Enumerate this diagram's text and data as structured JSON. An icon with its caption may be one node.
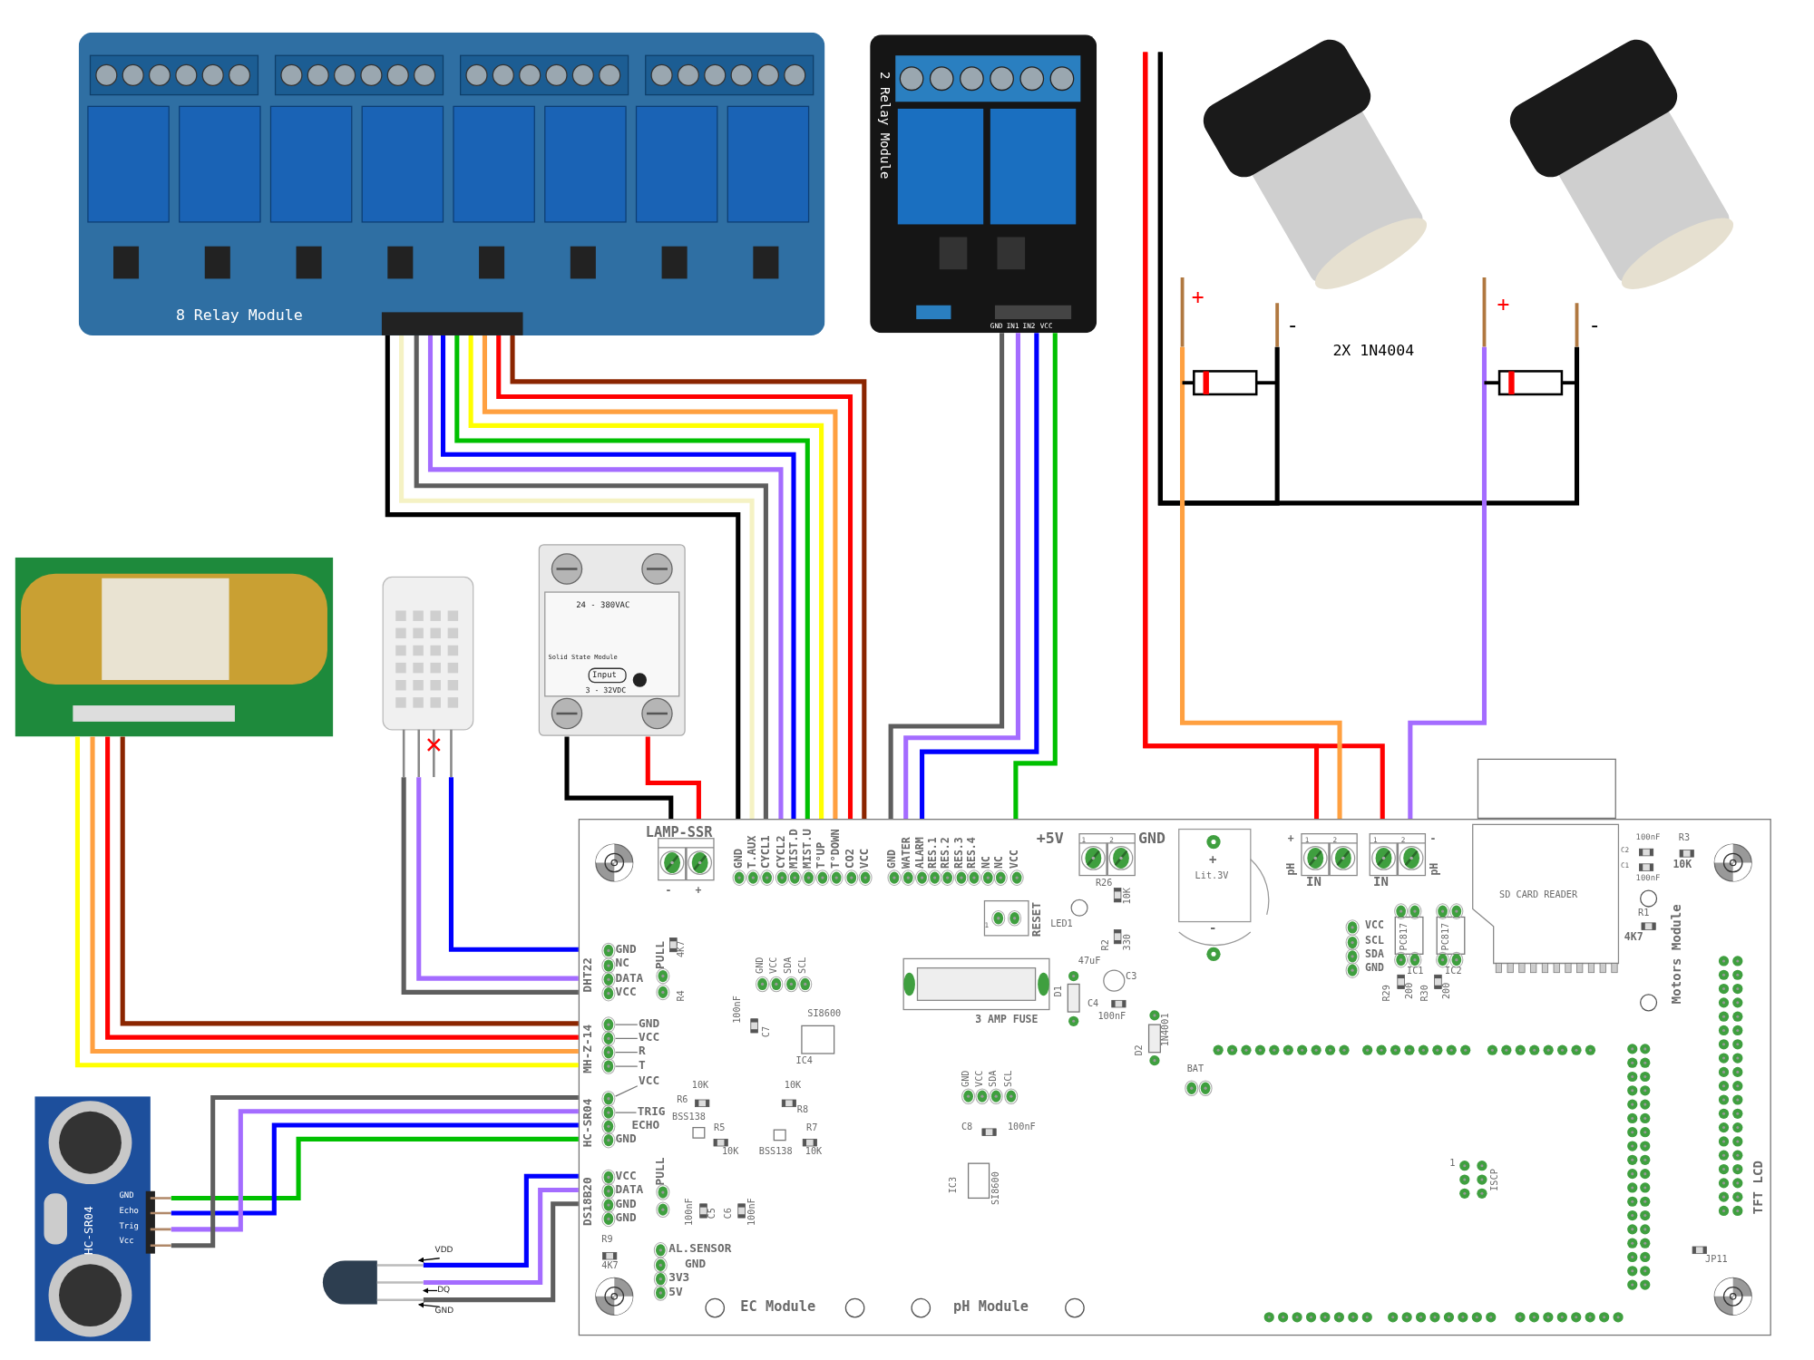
{
  "diagram": {
    "nodes": [
      {
        "text": [
          "8 Relay Module"
        ]
      },
      {
        "text": [
          "2 Relay Module",
          "GND",
          "IN1",
          "IN2",
          "VCC"
        ]
      },
      {
        "text": [
          "+",
          "-"
        ]
      },
      {
        "text": [
          "+",
          "-"
        ]
      },
      {
        "text": [],
        "shape": "picture"
      },
      {
        "text": [],
        "shape": "picture"
      },
      {
        "text": [
          "24 - 380VAC",
          "Solid State Module",
          "Input",
          "3 - 32VDC"
        ]
      },
      {
        "text": [],
        "shape": "picture"
      },
      {
        "text": [
          "HC-SR04",
          "GND",
          "Echo",
          "Trig",
          "Vcc"
        ]
      },
      {
        "text": [],
        "shape": "picture"
      },
      {
        "text": [
          "VDD"
        ]
      },
      {
        "text": [
          "DQ"
        ]
      },
      {
        "text": [
          "GND"
        ]
      }
    ],
    "edges": [
      {
        "from": 0,
        "to": 7,
        "arrow": "none",
        "color": "#000000"
      },
      {
        "from": 0,
        "to": 7,
        "arrow": "none",
        "color": "#f5f2c4"
      },
      {
        "from": 0,
        "to": 7,
        "arrow": "none",
        "color": "#5e5e5e"
      },
      {
        "from": 0,
        "to": 7,
        "arrow": "none",
        "color": "#a46cff"
      },
      {
        "from": 0,
        "to": 7,
        "arrow": "none",
        "color": "#0000ff"
      },
      {
        "from": 0,
        "to": 7,
        "arrow": "none",
        "color": "#00c000"
      },
      {
        "from": 0,
        "to": 7,
        "arrow": "none",
        "color": "#ffff00"
      },
      {
        "from": 0,
        "to": 7,
        "arrow": "none",
        "color": "#ffa040"
      },
      {
        "from": 0,
        "to": 7,
        "arrow": "none",
        "color": "#ff0000"
      },
      {
        "from": 0,
        "to": 7,
        "arrow": "none",
        "color": "#8b2500"
      },
      {
        "from": 1,
        "to": 7,
        "arrow": "none",
        "color": "#5e5e5e"
      },
      {
        "from": 1,
        "to": 7,
        "arrow": "none",
        "color": "#a46cff"
      },
      {
        "from": 1,
        "to": 7,
        "arrow": "none",
        "color": "#0000ff"
      },
      {
        "from": 1,
        "to": 7,
        "arrow": "none",
        "color": "#00c000"
      },
      {
        "from": null,
        "to": 7,
        "arrow": "none",
        "color": "#ff0000"
      },
      {
        "from": null,
        "to": 7,
        "arrow": "none",
        "color": "#ff0000"
      },
      {
        "from": null,
        "to": 2,
        "arrow": "none",
        "color": "#000000"
      },
      {
        "from": null,
        "to": 3,
        "arrow": "none",
        "color": "#000000"
      },
      {
        "from": 2,
        "to": 7,
        "arrow": "none",
        "color": "#ffa040"
      },
      {
        "from": 3,
        "to": 7,
        "arrow": "none",
        "color": "#a46cff"
      },
      {
        "from": 4,
        "to": 7,
        "arrow": "none",
        "color": "#ffff00"
      },
      {
        "from": 4,
        "to": 7,
        "arrow": "none",
        "color": "#ffa040"
      },
      {
        "from": 4,
        "to": 7,
        "arrow": "none",
        "color": "#ff0000"
      },
      {
        "from": 4,
        "to": 7,
        "arrow": "none",
        "color": "#8b2500"
      },
      {
        "from": 5,
        "to": 7,
        "arrow": "none",
        "color": "#5e5e5e"
      },
      {
        "from": 5,
        "to": 7,
        "arrow": "none",
        "color": "#a46cff"
      },
      {
        "from": 5,
        "to": 7,
        "arrow": "none",
        "color": "#0000ff"
      },
      {
        "from": 6,
        "to": 7,
        "arrow": "none",
        "color": "#000000"
      },
      {
        "from": 6,
        "to": 7,
        "arrow": "none",
        "color": "#ff0000"
      },
      {
        "from": 8,
        "to": 7,
        "arrow": "none",
        "color": "#00c000"
      },
      {
        "from": 8,
        "to": 7,
        "arrow": "none",
        "color": "#0000ff"
      },
      {
        "from": 8,
        "to": 7,
        "arrow": "none",
        "color": "#a46cff"
      },
      {
        "from": 8,
        "to": 7,
        "arrow": "none",
        "color": "#5e5e5e"
      },
      {
        "from": 9,
        "to": 7,
        "arrow": "none",
        "color": "#0000ff"
      },
      {
        "from": 9,
        "to": 7,
        "arrow": "none",
        "color": "#a46cff"
      },
      {
        "from": 9,
        "to": 7,
        "arrow": "none",
        "color": "#5e5e5e"
      },
      {
        "from": 10,
        "to": 9,
        "arrow": "to",
        "color": "#000000"
      },
      {
        "from": 11,
        "to": 9,
        "arrow": "to",
        "color": "#000000"
      },
      {
        "from": 12,
        "to": 9,
        "arrow": "to",
        "color": "#000000"
      }
    ],
    "labels": [
      "2X 1N4004",
      "LAMP-SSR",
      "-",
      "+",
      "GND",
      "T.AUX",
      "CYCL1",
      "CYCL2",
      "MIST.D",
      "MIST.U",
      "T°UP",
      "T°DOWN",
      "CO2",
      "VCC",
      "GND",
      "WATER",
      "ALARM",
      "RES.1",
      "RES.2",
      "RES.3",
      "RES.4",
      "NC",
      "NC",
      "VCC",
      "+5V",
      "1",
      "2",
      "GND",
      "Lit.3V",
      "+",
      "-",
      "pH",
      "+",
      "1",
      "2",
      "IN",
      "1",
      "2",
      "IN",
      "-",
      "pH",
      "SD CARD READER",
      "100nF",
      "C2",
      "C1",
      "100nF",
      "R3",
      "10K",
      "R1",
      "4K7",
      "Motors Module",
      "RESET",
      "1",
      "LED1",
      "R26",
      "10K",
      "R2",
      "330",
      "47uF",
      "C3",
      "C4",
      "100nF",
      "D1",
      "D2",
      "1N4001",
      "3 AMP FUSE",
      "VCC",
      "SCL",
      "SDA",
      "GND",
      "PC817",
      "PC817",
      "IC1",
      "IC2",
      "R29",
      "200",
      "R30",
      "200",
      "GND",
      "NC",
      "DATA",
      "VCC",
      "DHT22",
      "PULL",
      "R4",
      "4K7",
      "GND",
      "VCC",
      "SDA",
      "SCL",
      "100nF",
      "C7",
      "SI8600",
      "IC4",
      "GND",
      "VCC",
      "R",
      "T",
      "MH-Z-14",
      "VCC",
      "TRIG",
      "ECHO",
      "GND",
      "HC-SR04",
      "10K",
      "R6",
      "BSS138",
      "R5",
      "10K",
      "10K",
      "R8",
      "BSS138",
      "R7",
      "10K",
      "GND",
      "VCC",
      "SDA",
      "SCL",
      "C8",
      "100nF",
      "IC3",
      "SI8600",
      "BAT",
      "VCC",
      "DATA",
      "GND",
      "GND",
      "DS18B20",
      "PULL",
      "100nF",
      "C5",
      "C6",
      "100nF",
      "R9",
      "4K7",
      "AL.SENSOR",
      "GND",
      "3V3",
      "5V",
      "EC Module",
      "pH Module",
      "1",
      "ISCP",
      "TFT LCD",
      "JP11"
    ]
  }
}
